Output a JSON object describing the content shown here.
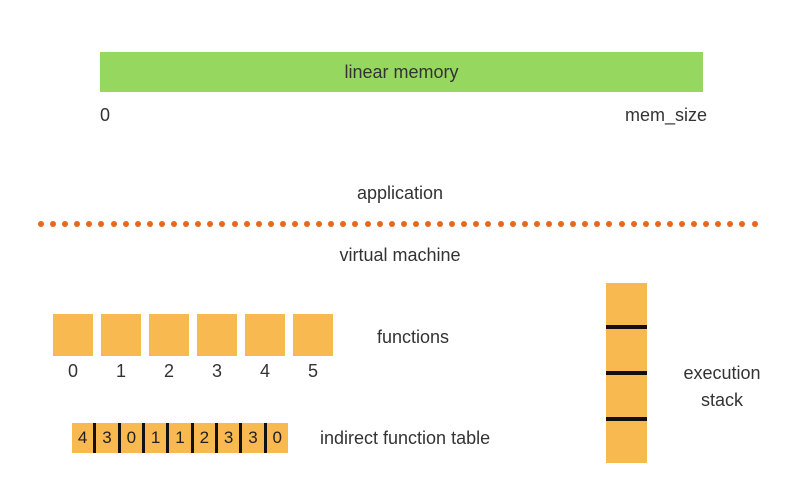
{
  "linear_memory": {
    "label": "linear memory",
    "start_label": "0",
    "end_label": "mem_size"
  },
  "boundary": {
    "top_label": "application",
    "bottom_label": "virtual machine",
    "dot_count": 60
  },
  "functions": {
    "label": "functions",
    "indices": [
      "0",
      "1",
      "2",
      "3",
      "4",
      "5"
    ]
  },
  "indirect_function_table": {
    "label": "indirect function table",
    "values": [
      "4",
      "3",
      "0",
      "1",
      "1",
      "2",
      "3",
      "3",
      "0"
    ]
  },
  "execution_stack": {
    "label_line1": "execution",
    "label_line2": "stack",
    "segment_count": 4
  },
  "colors": {
    "memory_green": "#96D85F",
    "block_orange": "#F9B951",
    "dot_orange": "#E6681C",
    "separator_black": "#111111",
    "text": "#333333"
  }
}
